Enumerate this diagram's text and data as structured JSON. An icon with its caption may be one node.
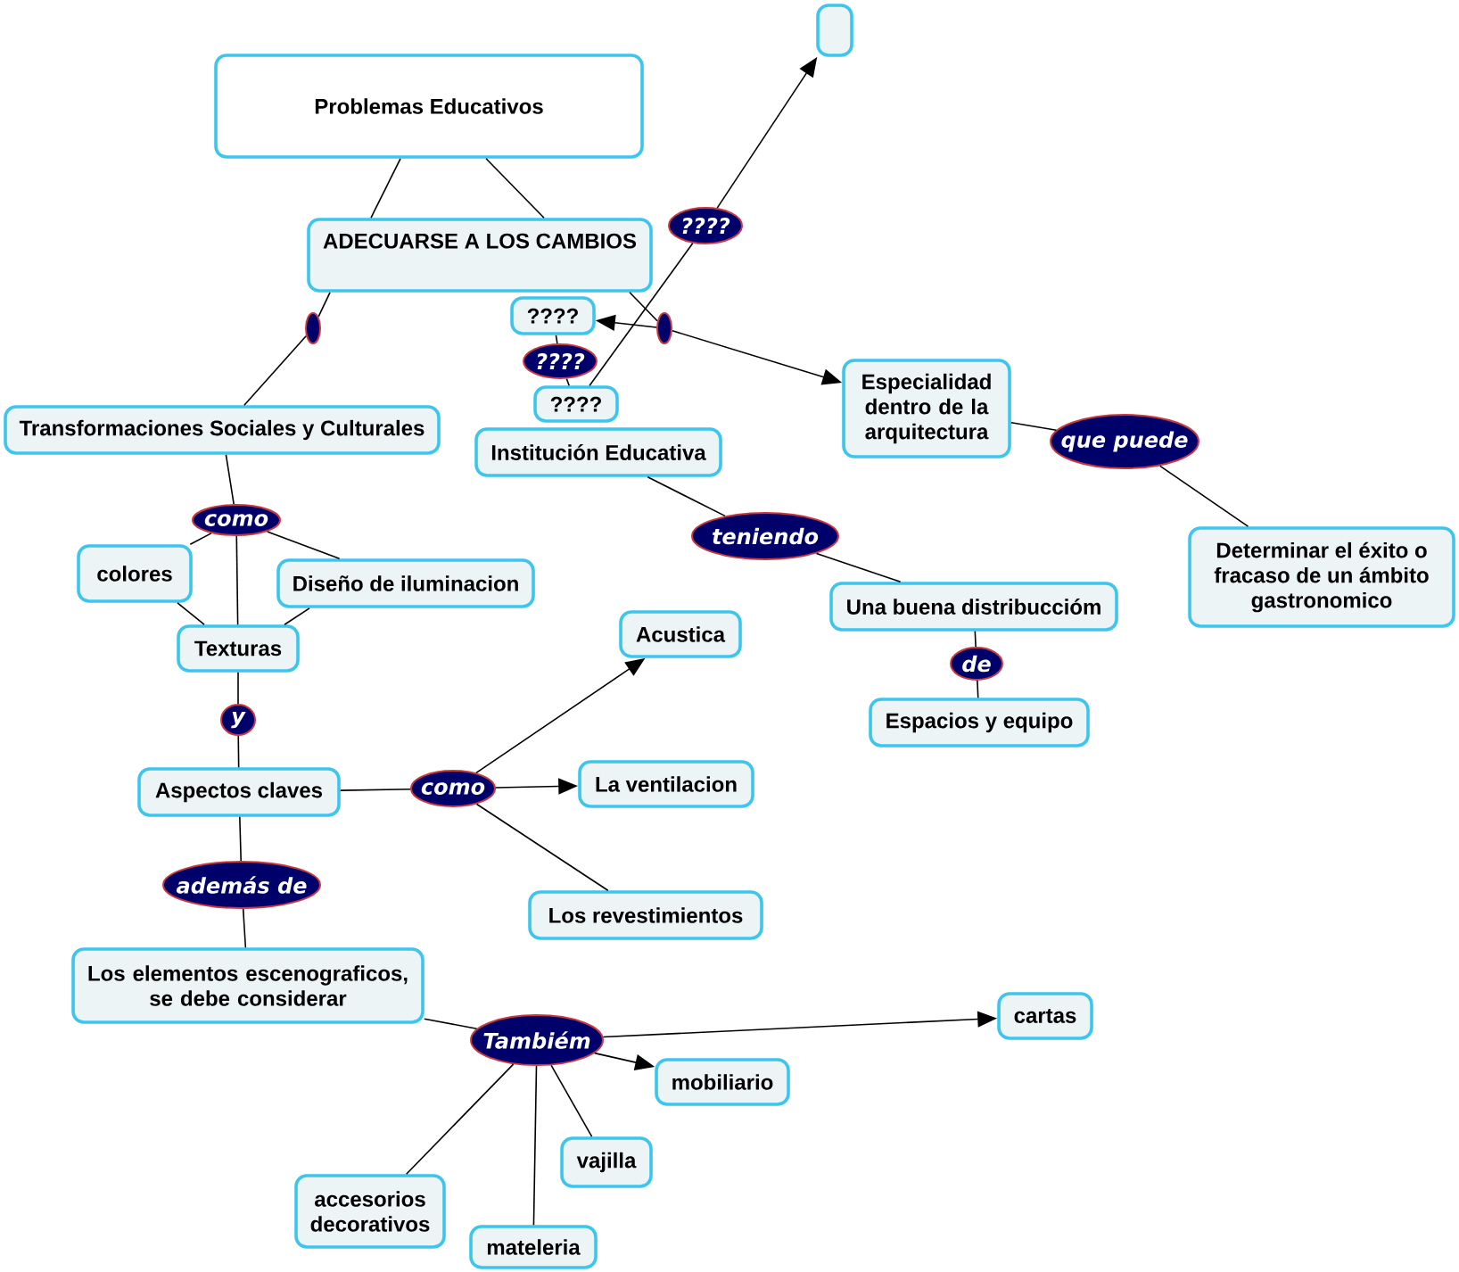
{
  "diagram": {
    "nodes": [
      {
        "text": [
          "Problemas Educativos"
        ]
      },
      {
        "text": [
          "ADECUARSE A LOS CAMBIOS"
        ]
      },
      {
        "text": [],
        "shape": "box"
      },
      {
        "text": [
          "????"
        ]
      },
      {
        "text": [],
        "shape": "ellipse"
      },
      {
        "text": [
          "????"
        ]
      },
      {
        "text": [],
        "shape": "ellipse"
      },
      {
        "text": [
          "????"
        ]
      },
      {
        "text": [
          "????"
        ]
      },
      {
        "text": [
          "Institución Educativa"
        ]
      },
      {
        "text": [
          "Transformaciones Sociales y Culturales"
        ]
      },
      {
        "text": [
          "Especialidad dentro de la arquitectura"
        ]
      },
      {
        "text": [
          "que puede"
        ]
      },
      {
        "text": [
          "como"
        ]
      },
      {
        "text": [
          "teniendo"
        ]
      },
      {
        "text": [
          "colores"
        ]
      },
      {
        "text": [
          "Diseño de iluminacion"
        ]
      },
      {
        "text": [
          "Determinar el éxito o fracaso de un ámbito gastronomico"
        ]
      },
      {
        "text": [
          "Una buena distribuccióm"
        ]
      },
      {
        "text": [
          "Texturas"
        ]
      },
      {
        "text": [
          "Acustica"
        ]
      },
      {
        "text": [
          "de"
        ]
      },
      {
        "text": [
          "y"
        ]
      },
      {
        "text": [
          "Espacios y equipo"
        ]
      },
      {
        "text": [
          "Aspectos claves"
        ]
      },
      {
        "text": [
          "como"
        ]
      },
      {
        "text": [
          "La ventilacion"
        ]
      },
      {
        "text": [
          "además de"
        ]
      },
      {
        "text": [
          "Los revestimientos"
        ]
      },
      {
        "text": [
          "Los elementos escenograficos, se debe considerar"
        ]
      },
      {
        "text": [
          "cartas"
        ]
      },
      {
        "text": [
          "Tambiém"
        ]
      },
      {
        "text": [
          "mobiliario"
        ]
      },
      {
        "text": [
          "vajilla"
        ]
      },
      {
        "text": [
          "accesorios decorativos"
        ]
      },
      {
        "text": [
          "mateleria"
        ]
      }
    ],
    "edges": [
      {
        "from": 0,
        "to": 1,
        "arrow": "none"
      },
      {
        "from": 0,
        "to": 1,
        "arrow": "none"
      },
      {
        "from": 1,
        "to": 4,
        "arrow": "none"
      },
      {
        "from": 4,
        "to": 10,
        "arrow": "none"
      },
      {
        "from": 1,
        "to": 6,
        "arrow": "none"
      },
      {
        "from": 6,
        "to": 11,
        "arrow": "to"
      },
      {
        "from": 6,
        "to": 5,
        "arrow": "to"
      },
      {
        "from": 5,
        "to": 7,
        "arrow": "none"
      },
      {
        "from": 7,
        "to": 8,
        "arrow": "none"
      },
      {
        "from": 8,
        "to": 3,
        "arrow": "none"
      },
      {
        "from": 3,
        "to": 2,
        "arrow": "to"
      },
      {
        "from": 9,
        "to": 14,
        "arrow": "none"
      },
      {
        "from": 14,
        "to": 18,
        "arrow": "none"
      },
      {
        "from": 18,
        "to": 21,
        "arrow": "none"
      },
      {
        "from": 21,
        "to": 23,
        "arrow": "none"
      },
      {
        "from": 11,
        "to": 12,
        "arrow": "none"
      },
      {
        "from": 12,
        "to": 17,
        "arrow": "none"
      },
      {
        "from": 10,
        "to": 13,
        "arrow": "none"
      },
      {
        "from": 13,
        "to": 15,
        "arrow": "none"
      },
      {
        "from": 13,
        "to": 16,
        "arrow": "none"
      },
      {
        "from": 13,
        "to": 19,
        "arrow": "none"
      },
      {
        "from": 15,
        "to": 19,
        "arrow": "none"
      },
      {
        "from": 16,
        "to": 19,
        "arrow": "none"
      },
      {
        "from": 19,
        "to": 22,
        "arrow": "none"
      },
      {
        "from": 22,
        "to": 24,
        "arrow": "none"
      },
      {
        "from": 24,
        "to": 25,
        "arrow": "none"
      },
      {
        "from": 25,
        "to": 20,
        "arrow": "to"
      },
      {
        "from": 25,
        "to": 26,
        "arrow": "to"
      },
      {
        "from": 25,
        "to": 28,
        "arrow": "none"
      },
      {
        "from": 24,
        "to": 27,
        "arrow": "none"
      },
      {
        "from": 27,
        "to": 29,
        "arrow": "none"
      },
      {
        "from": 29,
        "to": 31,
        "arrow": "none"
      },
      {
        "from": 31,
        "to": 30,
        "arrow": "to"
      },
      {
        "from": 31,
        "to": 32,
        "arrow": "to"
      },
      {
        "from": 31,
        "to": 33,
        "arrow": "none"
      },
      {
        "from": 31,
        "to": 35,
        "arrow": "none"
      },
      {
        "from": 31,
        "to": 34,
        "arrow": "none"
      }
    ]
  }
}
